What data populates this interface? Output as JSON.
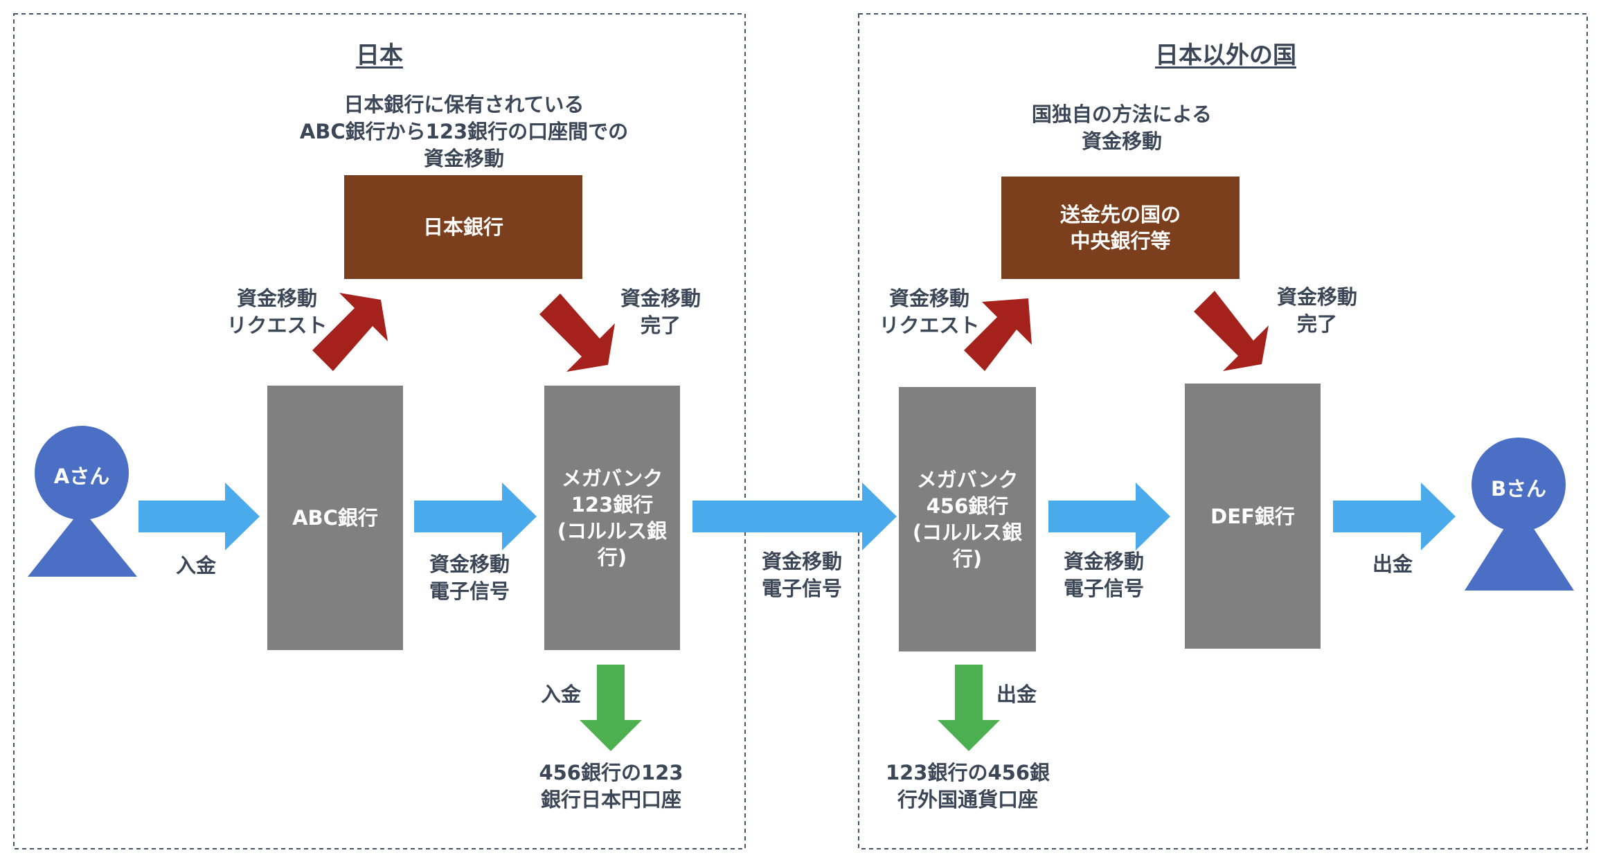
{
  "regions": {
    "japan": "日本",
    "overseas": "日本以外の国"
  },
  "persons": {
    "sender": "Aさん",
    "receiver": "Bさん"
  },
  "banks": {
    "abc": "ABC銀行",
    "mega123": [
      "メガバンク",
      "123銀行",
      "(コルルス銀行)"
    ],
    "mega456": [
      "メガバンク",
      "456銀行",
      "(コルルス銀行)"
    ],
    "def": "DEF銀行",
    "boj": "日本銀行",
    "foreign_cb": [
      "送金先の国の",
      "中央銀行等"
    ]
  },
  "labels": {
    "boj_desc": [
      "日本銀行に保有されている",
      "ABC銀行から123銀行の口座間での",
      "資金移動"
    ],
    "foreign_desc": [
      "国独自の方法による",
      "資金移動"
    ],
    "req_left": [
      "資金移動",
      "リクエスト"
    ],
    "done_left": [
      "資金移動",
      "完了"
    ],
    "req_right": [
      "資金移動",
      "リクエスト"
    ],
    "done_right": [
      "資金移動",
      "完了"
    ],
    "deposit_a": "入金",
    "signal_1": [
      "資金移動",
      "電子信号"
    ],
    "signal_2": [
      "資金移動",
      "電子信号"
    ],
    "signal_3": [
      "資金移動",
      "電子信号"
    ],
    "withdraw_b": "出金",
    "deposit_123": "入金",
    "withdraw_456": "出金",
    "acct_123": [
      "456銀行の123",
      "銀行日本円口座"
    ],
    "acct_456": [
      "123銀行の456銀",
      "行外国通貨口座"
    ]
  },
  "colors": {
    "blue_arrow": "#4aaaeb",
    "red_arrow": "#a5211c",
    "green_arrow": "#4caf50",
    "bank_box": "#808080",
    "central_bank_box": "#7b3f1d",
    "person": "#4a6fc4",
    "region_border": "#44546a",
    "text": "#3b4656"
  }
}
